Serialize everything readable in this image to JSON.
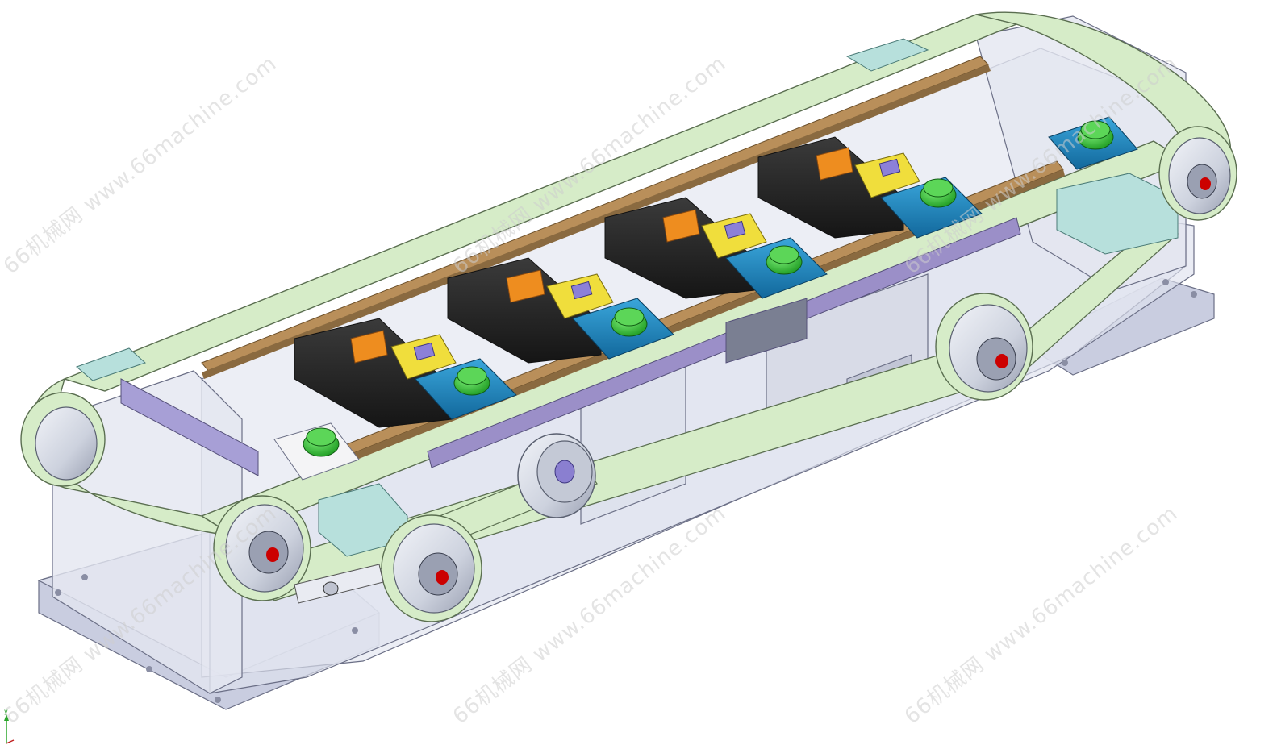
{
  "watermark": {
    "text": "66机械网 www.66machine.com",
    "color": "#cfcfcf"
  },
  "colors": {
    "belt": "#d6ecc8",
    "belt_edge": "#5a6e50",
    "frame": "#c9cde0",
    "frame_edge": "#6b6f86",
    "glass": "#e6e8f1",
    "rail": "#b98f5a",
    "carrier": "#1f86c0",
    "knob": "#37c23a",
    "fixture": "#2a2a2a",
    "clamp_yellow": "#f0de3c",
    "clamp_orange": "#ee8d1f",
    "purple_block": "#8c80d8",
    "pulley": "#d6dbe6",
    "axle_cap": "#cc0000"
  },
  "triad_labels": {
    "y": "y",
    "x": "x"
  }
}
